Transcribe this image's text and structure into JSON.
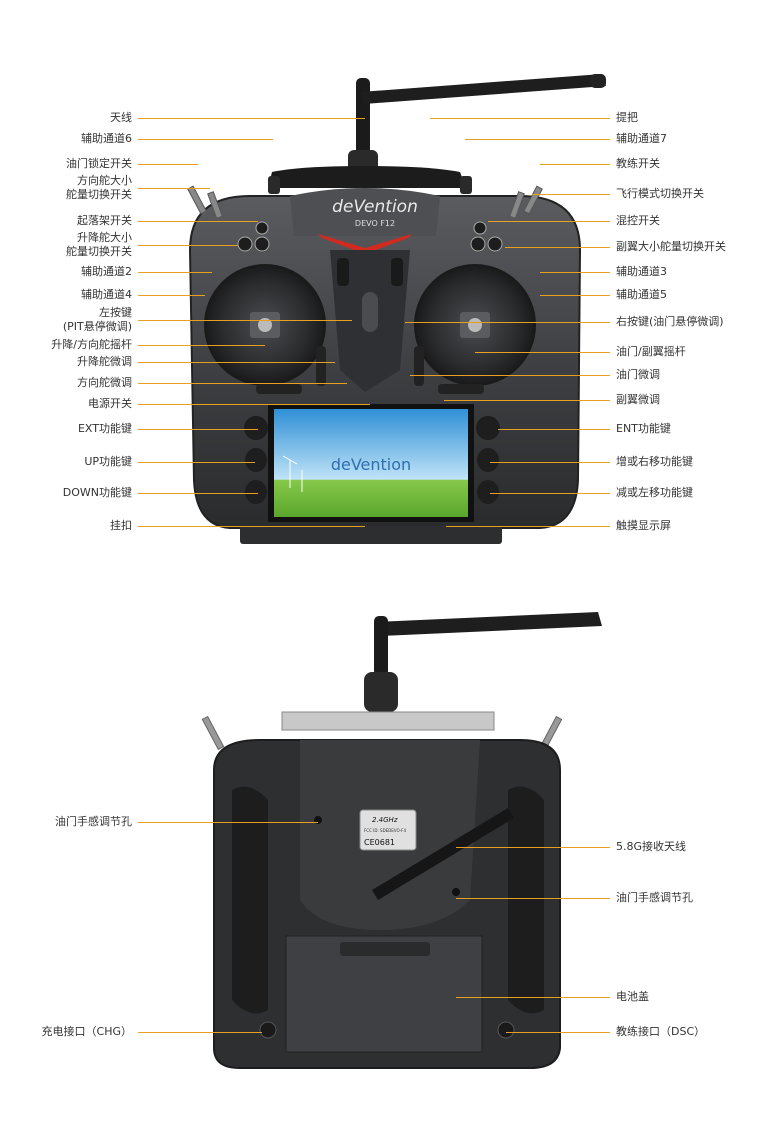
{
  "front": {
    "brand_logo": "deVention",
    "model": "DEVO F12",
    "screen_logo": "deVention",
    "left_labels": [
      [
        "天线"
      ],
      [
        "辅助通道6"
      ],
      [
        "油门锁定开关"
      ],
      [
        "方向舵大小",
        "舵量切换开关"
      ],
      [
        "起落架开关"
      ],
      [
        "升降舵大小",
        "舵量切换开关"
      ],
      [
        "辅助通道2"
      ],
      [
        "辅助通道4"
      ],
      [
        "左按键",
        "(PIT悬停微调)"
      ],
      [
        "升降/方向舵摇杆"
      ],
      [
        "升降舵微调"
      ],
      [
        "方向舵微调"
      ],
      [
        "电源开关"
      ],
      [
        "EXT功能键"
      ],
      [
        "UP功能键"
      ],
      [
        "DOWN功能键"
      ],
      [
        "挂扣"
      ]
    ],
    "right_labels": [
      "提把",
      "辅助通道7",
      "教练开关",
      "飞行模式切换开关",
      "混控开关",
      "副翼大小舵量切换开关",
      "辅助通道3",
      "辅助通道5",
      "右按键(油门悬停微调)",
      "油门/副翼摇杆",
      "油门微调",
      "副翼微调",
      "ENT功能键",
      "增或右移功能键",
      "减或左移功能键",
      "触摸显示屏"
    ]
  },
  "back": {
    "label_24ghz": "2.4GHz",
    "fcc_id": "FCC ID: SDEDEVO-F4",
    "ce_mark": "CE0681",
    "left_labels": [
      "油门手感调节孔",
      "充电接口（CHG）"
    ],
    "right_labels": [
      "5.8G接收天线",
      "油门手感调节孔",
      "电池盖",
      "教练接口（DSC）"
    ]
  },
  "colors": {
    "leader_line": "#e8a020",
    "body_dark": "#3a3b3d",
    "body_mid": "#55575a",
    "accent_red": "#d3291f",
    "screen_sky": "#4aa8e0",
    "screen_grass": "#7cc43c"
  }
}
